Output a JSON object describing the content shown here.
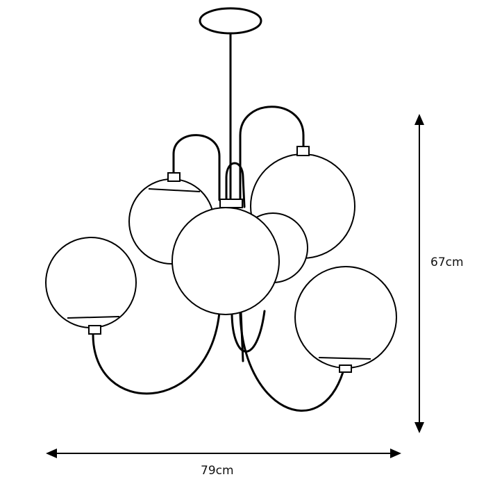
{
  "figure": {
    "subject": "Chandelier with six globe shades",
    "dimensions": {
      "height": {
        "label": "67cm",
        "value": 67,
        "unit": "cm"
      },
      "width": {
        "label": "79cm",
        "value": 79,
        "unit": "cm"
      }
    },
    "globe_count": 6,
    "colors": {
      "line": "#000000",
      "background": "#ffffff"
    }
  }
}
